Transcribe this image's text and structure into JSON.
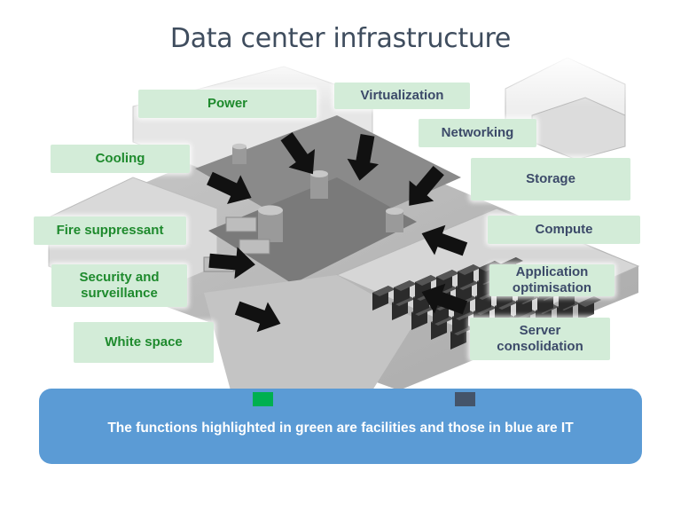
{
  "title": "Data center infrastructure",
  "labels": {
    "power": "Power",
    "cooling": "Cooling",
    "fire_suppressant": "Fire suppressant",
    "security": "Security and\nsurveillance",
    "white_space": "White space",
    "virtualization": "Virtualization",
    "networking": "Networking",
    "storage": "Storage",
    "compute": "Compute",
    "application_optimisation": "Application\noptimisation",
    "server_consolidation": "Server\nconsolidation"
  },
  "legend": {
    "text": "The functions highlighted in green are facilities and those in blue are IT",
    "facilities_color": "#00b050",
    "it_color": "#44546a"
  },
  "colors": {
    "label_background": "#d3ecd8",
    "facility_text": "#1e8a2d",
    "it_text": "#3c4a69",
    "banner": "#5b9bd5"
  }
}
